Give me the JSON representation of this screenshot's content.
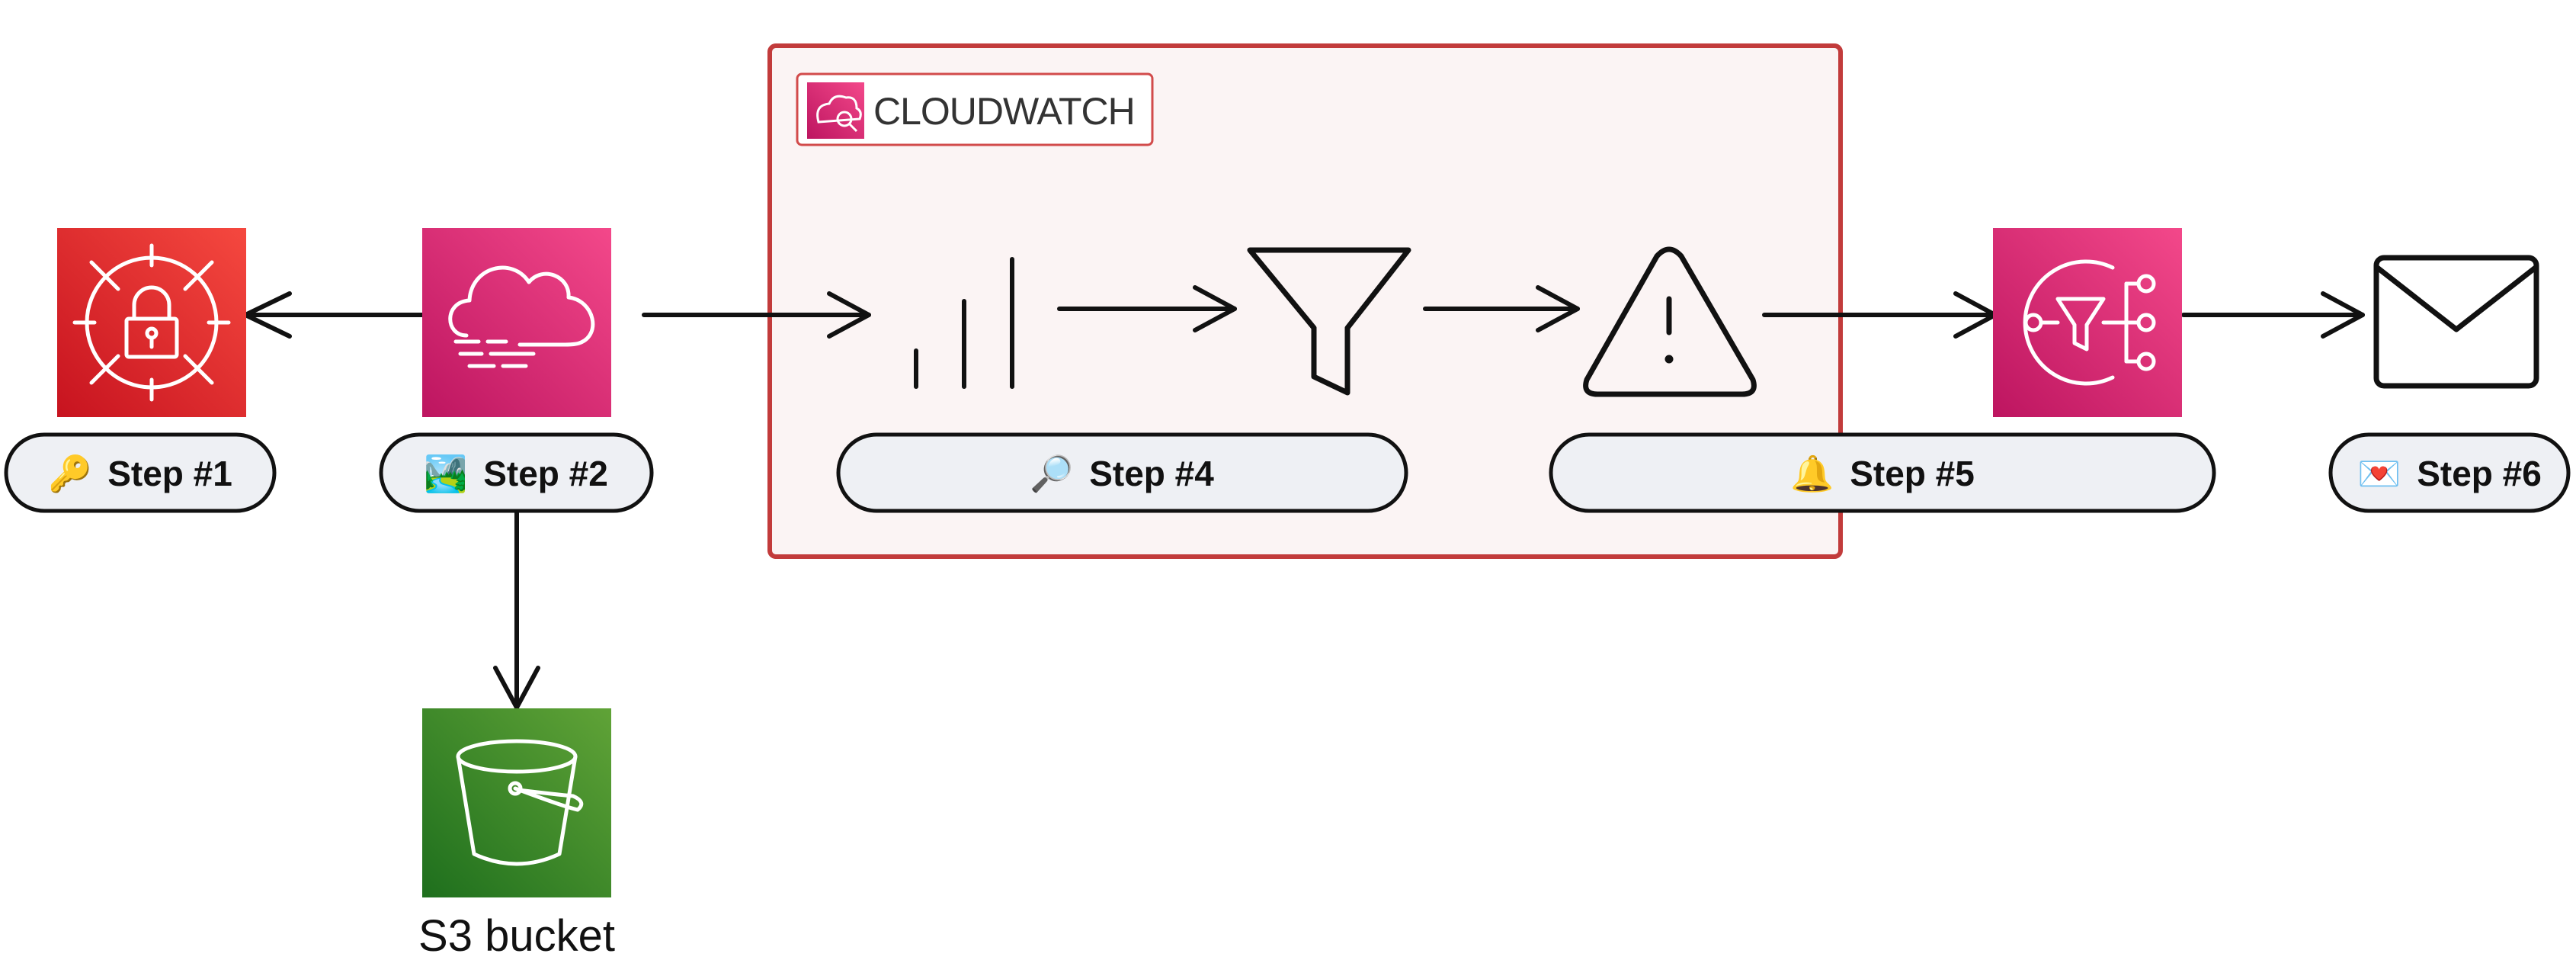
{
  "group": {
    "label": "CLOUDWATCH"
  },
  "steps": {
    "step1": {
      "icon": "🔑",
      "label": "Step #1"
    },
    "step2": {
      "icon": "🏞️",
      "label": "Step #2"
    },
    "step4": {
      "icon": "🔎",
      "label": "Step #4"
    },
    "step5": {
      "icon": "🔔",
      "label": "Step #5"
    },
    "step6": {
      "icon": "💌",
      "label": "Step #6"
    }
  },
  "nodes": {
    "s3": {
      "label": "S3 bucket"
    }
  },
  "icons": {
    "security": "padlock-target-icon",
    "cloudtrail": "cloud-trail-icon",
    "metrics": "metrics-bars-icon",
    "filter": "funnel-icon",
    "alarm": "alert-triangle-icon",
    "sns": "sns-topic-icon",
    "email": "envelope-icon",
    "s3": "s3-bucket-icon",
    "cloudwatch": "cloudwatch-logo-icon"
  },
  "colors": {
    "security_red_top": "#f5483f",
    "security_red_bottom": "#c7131f",
    "pink_top": "#f3488a",
    "pink_bottom": "#bd1560",
    "green_top": "#60a337",
    "green_bottom": "#1e6f1d",
    "group_border": "#c23b3b",
    "group_fill": "#fbf4f4",
    "pill_fill": "#eef0f4",
    "line": "#111111"
  }
}
